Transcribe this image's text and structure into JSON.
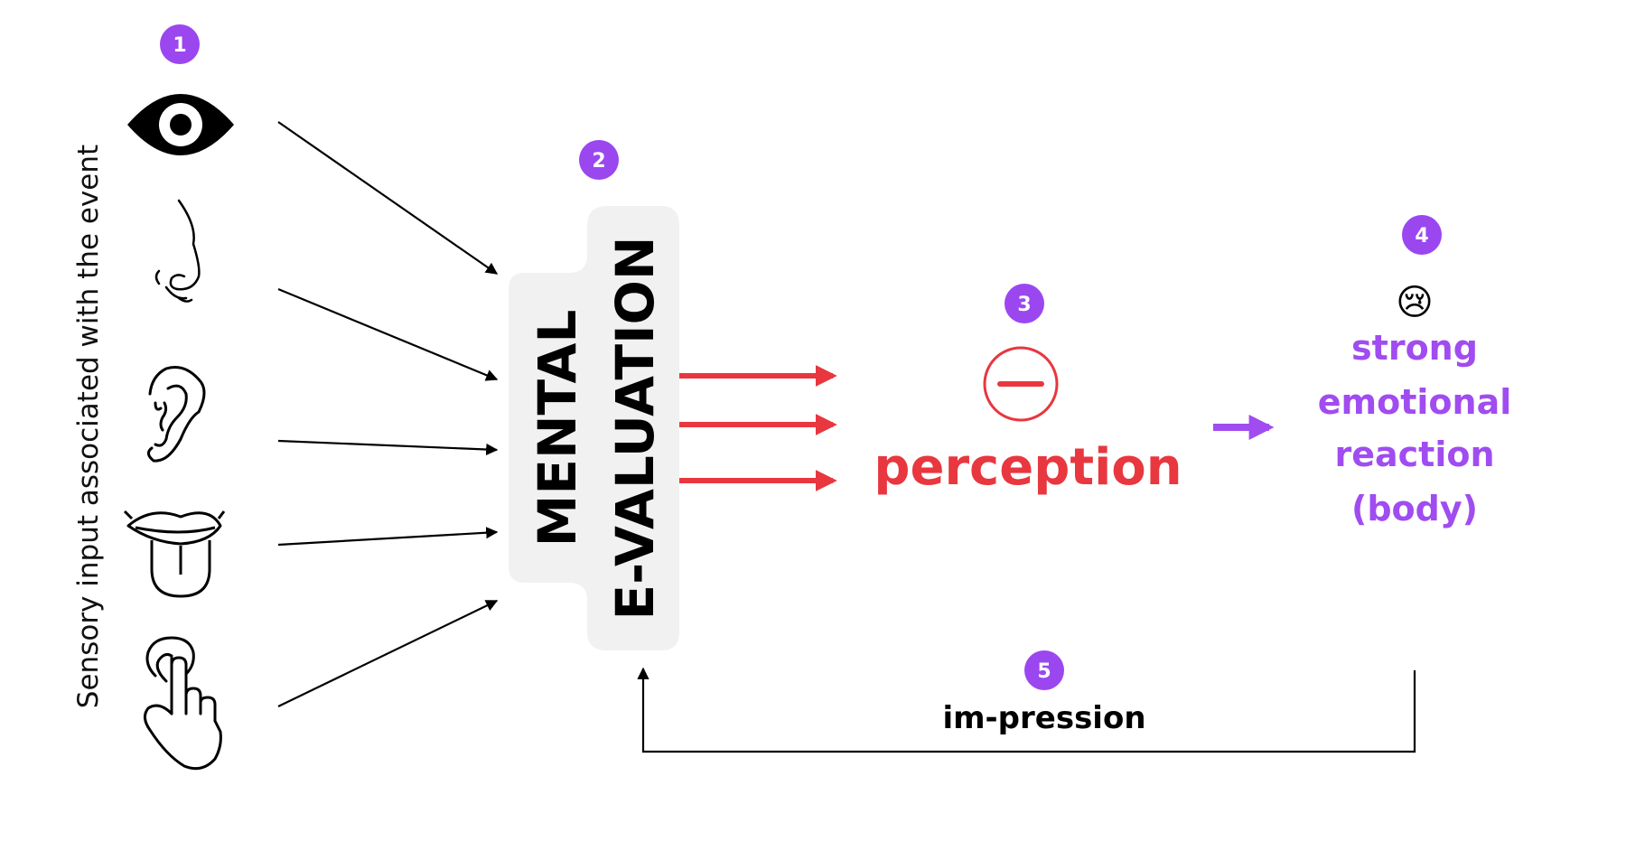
{
  "side_label": "Sensory input associated with the event",
  "steps": {
    "s1": "1",
    "s2": "2",
    "s3": "3",
    "s4": "4",
    "s5": "5"
  },
  "senses": [
    "eye-icon",
    "nose-icon",
    "ear-icon",
    "tongue-icon",
    "finger-touch-icon"
  ],
  "evaluation_box": {
    "line1": "MENTAL",
    "line2": "E-VALUATION"
  },
  "perception": {
    "label": "perception",
    "symbol": "minus-circle-icon"
  },
  "reaction": {
    "emoji": "😢",
    "lines": [
      "strong",
      "emotional",
      "reaction",
      "(body)"
    ]
  },
  "feedback": {
    "label": "im-pression"
  },
  "colors": {
    "badge": "#9b47f0",
    "red": "#e8373f",
    "purple": "#a04cf0",
    "box": "#f1f1f1",
    "black": "#000000"
  }
}
